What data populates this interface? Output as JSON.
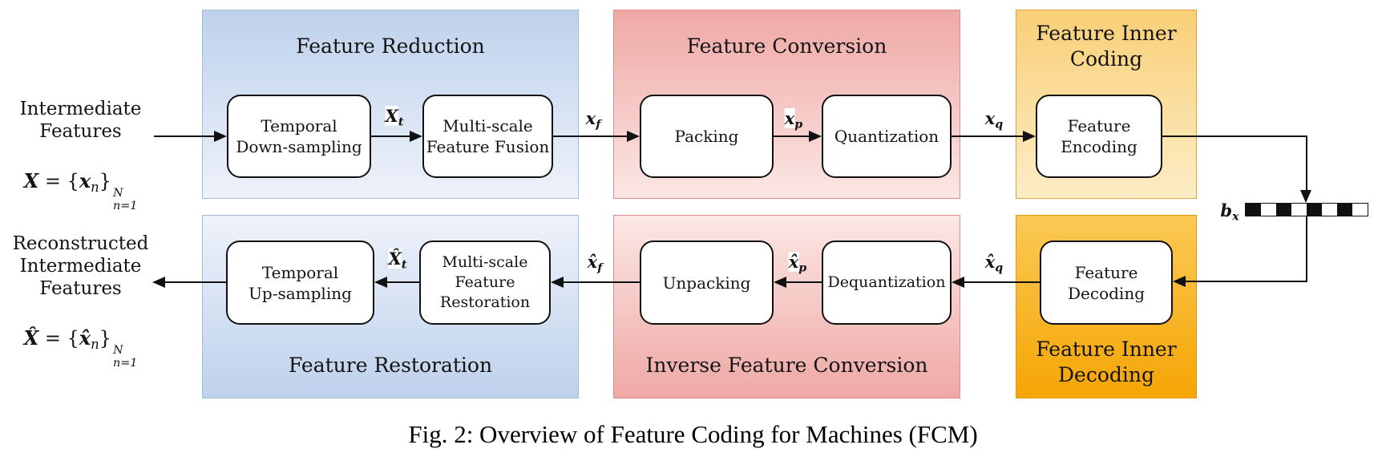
{
  "figure": {
    "caption": "Fig. 2: Overview of Feature Coding for Machines (FCM)"
  },
  "io": {
    "input": {
      "lines": "Intermediate\nFeatures",
      "math": [
        {
          "t": "X",
          "s": "bi"
        },
        {
          "t": " = {",
          "s": "r"
        },
        {
          "t": "x",
          "s": "bi"
        },
        {
          "t": "n",
          "s": "sub"
        },
        {
          "t": "}",
          "s": "r"
        },
        {
          "s": "stack",
          "top": "N",
          "bot": "n=1"
        }
      ]
    },
    "output": {
      "lines": "Reconstructed\nIntermediate\nFeatures",
      "math": [
        {
          "t": "X̂",
          "s": "bi"
        },
        {
          "t": " = {",
          "s": "r"
        },
        {
          "t": "x̂",
          "s": "bi"
        },
        {
          "t": "n",
          "s": "sub"
        },
        {
          "t": "}",
          "s": "r"
        },
        {
          "s": "stack",
          "top": "N",
          "bot": "n=1"
        }
      ]
    }
  },
  "groups": {
    "reduction": {
      "title": "Feature Reduction",
      "fill_top": "#bed1ec",
      "fill_bottom": "#eef2fa",
      "border": "#a4bbdc"
    },
    "conversion": {
      "title": "Feature Conversion",
      "fill_top": "#efa8a5",
      "fill_bottom": "#fbe7e4",
      "border": "#dd8e8b"
    },
    "inner_coding": {
      "title": "Feature Inner\nCoding",
      "fill_top": "#f9cf77",
      "fill_bottom": "#fcedc6",
      "border": "#e2a23b"
    },
    "restoration": {
      "title": "Feature Restoration",
      "fill_top": "#eef2fa",
      "fill_bottom": "#bed1ec",
      "border": "#a4bbdc"
    },
    "inverse_conversion": {
      "title": "Inverse Feature Conversion",
      "fill_top": "#fbe7e4",
      "fill_bottom": "#efa8a5",
      "border": "#dd8e8b"
    },
    "inner_decoding": {
      "title": "Feature Inner\nDecoding",
      "fill_top": "#fbc954",
      "fill_bottom": "#f5a505",
      "border": "#df9814"
    }
  },
  "blocks": {
    "temporal_down": "Temporal\nDown-sampling",
    "msff": "Multi-scale\nFeature Fusion",
    "packing": "Packing",
    "quantization": "Quantization",
    "feature_encoding": "Feature\nEncoding",
    "temporal_up": "Temporal\nUp-sampling",
    "msfr": "Multi-scale\nFeature\nRestoration",
    "unpacking": "Unpacking",
    "dequantization": "Dequantization",
    "feature_decoding": "Feature\nDecoding"
  },
  "signals": {
    "xt": [
      {
        "t": "X",
        "s": "bi"
      },
      {
        "t": "t",
        "s": "sub"
      }
    ],
    "xf": [
      {
        "t": "x",
        "s": "bi"
      },
      {
        "t": "f",
        "s": "sub"
      }
    ],
    "xp": [
      {
        "t": "x",
        "s": "bi"
      },
      {
        "t": "p",
        "s": "sub"
      }
    ],
    "xq": [
      {
        "t": "x",
        "s": "bi"
      },
      {
        "t": "q",
        "s": "sub"
      }
    ],
    "bx": [
      {
        "t": "b",
        "s": "bi"
      },
      {
        "t": "x",
        "s": "sub"
      }
    ],
    "xq_hat": [
      {
        "t": "x̂",
        "s": "bi"
      },
      {
        "t": "q",
        "s": "sub"
      }
    ],
    "xp_hat": [
      {
        "t": "x̂",
        "s": "bi"
      },
      {
        "t": "p",
        "s": "sub"
      }
    ],
    "xf_hat": [
      {
        "t": "x̂",
        "s": "bi"
      },
      {
        "t": "f",
        "s": "sub"
      }
    ],
    "xt_hat": [
      {
        "t": "X̂",
        "s": "bi"
      },
      {
        "t": "t",
        "s": "sub"
      }
    ]
  },
  "bitstream": {
    "pattern": [
      1,
      0,
      1,
      0,
      1,
      0,
      1,
      0
    ]
  }
}
